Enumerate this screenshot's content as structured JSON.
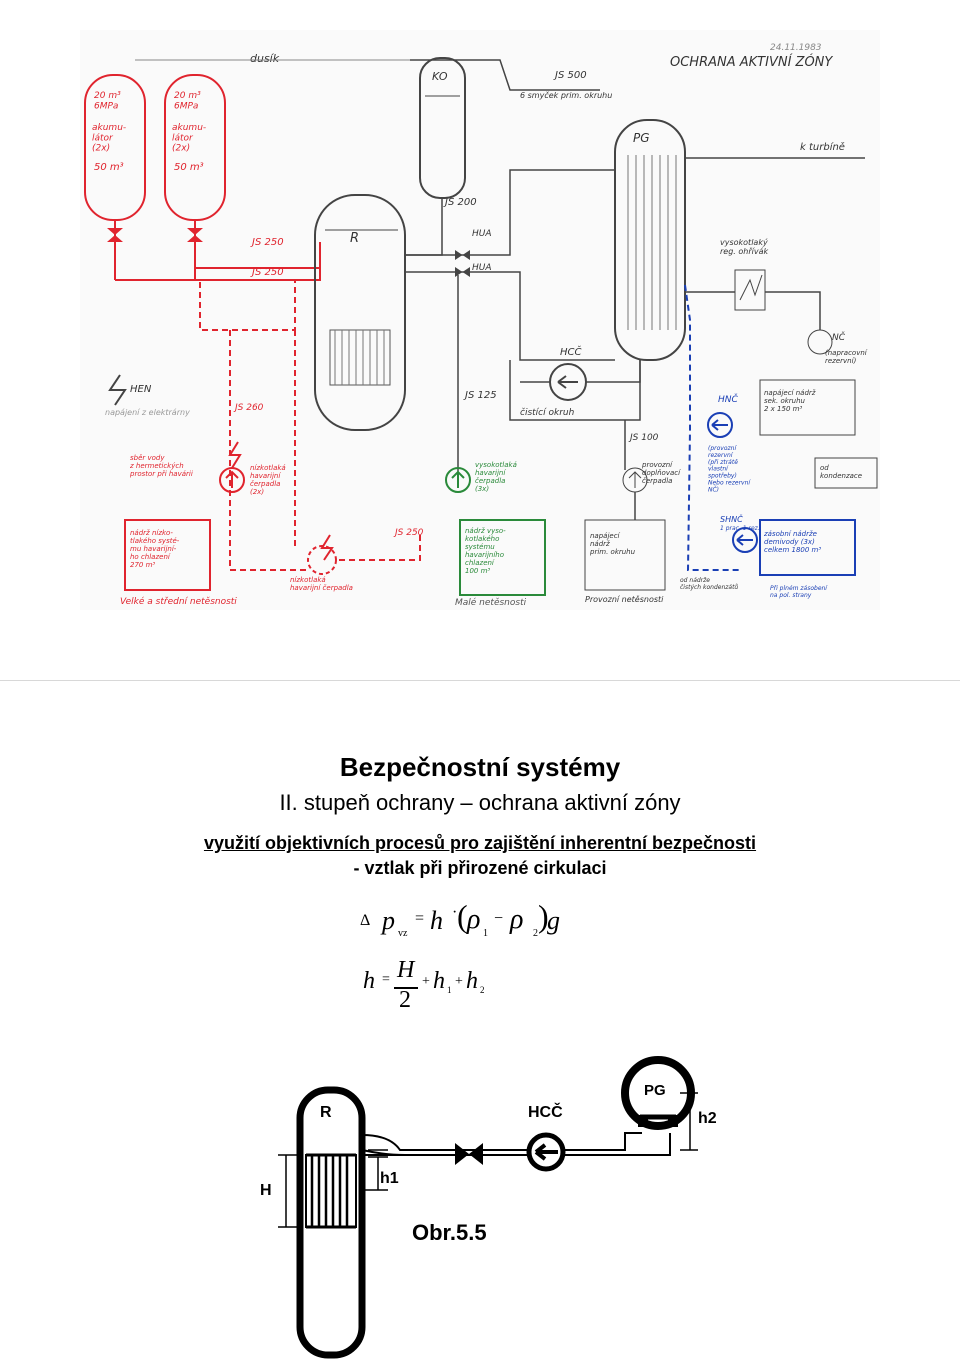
{
  "schematic": {
    "header": "OCHRANA AKTIVNÍ ZÓNY",
    "header_note": "24.11.1983",
    "labels": {
      "dusik": "dusík",
      "acc1_p": "20 m³\n6MPa",
      "acc1_name": "akumu-\nlátor\n(2x)",
      "acc1_v": "50 m³",
      "acc2_p": "20 m³\n6MPa",
      "acc2_name": "akumu-\nlátor\n(2x)",
      "acc2_v": "50 m³",
      "ko": "KO",
      "js500": "JS 500",
      "js500_note": "6 smyček prim. okruhu",
      "pg": "PG",
      "turbine": "k turbíně",
      "js200": "JS 200",
      "hua1": "HUA",
      "hua2": "HUA",
      "js250a": "JS 250",
      "js250b": "JS 250",
      "reactor": "R",
      "reg_heater": "vysokotlaký\nreg. ohřívák",
      "nc": "NČ",
      "nc_note": "(napracovní\nrezervní)",
      "hen": "HEN",
      "hen_note": "napájení z elektrárny",
      "js260": "JS 260",
      "js125": "JS 125",
      "hcc": "HCČ",
      "cist_okruh": "čistící okruh",
      "hnc": "HNČ",
      "napajeci_nadrz": "napájecí nádrž\nsek. okruhu\n2 x 150 m³",
      "od_kondenzace": "od\nkondenzace",
      "js100": "JS 100",
      "sber_vody": "sběr vody\nz hermetických\nprostor při havárii",
      "low_pump": "nízkotlaká\nhavarijní\nčerpadla\n(2x)",
      "high_pump": "vysokotlaká\nhavarijní\nčerpadla\n(3x)",
      "provozni_cerpadlo": "provozní\ndoplňovací\nčerpadla",
      "hnc_note": "(provozní\nrezervní\n(při ztrátě\nvlastní\nspotřeby)\nNebo rezervní\nNČ)",
      "low_tank": "nádrž nízko-\ntlakého systé-\nmu havarijní-\nho chlazení\n270 m³",
      "js250c": "JS 250",
      "low_pump2": "nízkotlaká\nhavarijní čerpadla",
      "high_tank": "nádrž vyso-\nkotlakého\nsystému\nhavarijního\nchlazení\n100 m³",
      "napajeci_prim": "napájecí\nnádrž\nprim. okruhu",
      "shnc": "SHNČ",
      "shnc_note": "1 prac. 1 rez.",
      "zasobni": "zásobní nádrže\ndemivody (3x)\ncelkem 1800 m³",
      "od_nadrze": "od nádrže\nčistých kondenzátů",
      "velke_male": "Velké a střední netěsnosti",
      "male": "Malé netěsnosti",
      "provozni": "Provozní netěsnosti",
      "pri_pln": "Při plném zásobení\nna pol. strany"
    }
  },
  "slide": {
    "title": "Bezpečnostní systémy",
    "subtitle": "II. stupeň ochrany – ochrana aktivní zóny",
    "line1": "využití objektivních procesů pro zajištění inherentní bezpečnosti",
    "line2": "- vztlak při přirozené cirkulaci"
  },
  "formulas": {
    "delta": "Δ",
    "p": "p",
    "vz": "vz",
    "eq": "=",
    "h": "h",
    "dot": "·",
    "lpar": "(",
    "rho": "ρ",
    "sub1": "1",
    "minus": "−",
    "sub2": "2",
    "rpar": ")",
    "g": "g",
    "H": "H",
    "two": "2",
    "plus": "+"
  },
  "figure": {
    "caption": "Obr.5.5",
    "reactor": "R",
    "pump": "HCČ",
    "pg": "PG",
    "H": "H",
    "h1": "h1",
    "h2": "h2"
  },
  "colors": {
    "red": "#e0242e",
    "blue": "#1a3fb5",
    "green": "#2a8a3a",
    "pencil": "#3a3a3a"
  }
}
